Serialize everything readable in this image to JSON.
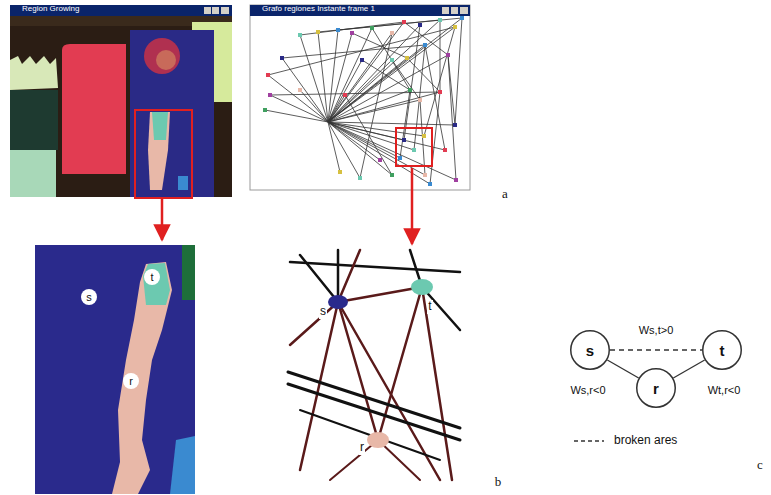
{
  "diagram": {
    "nodes": [
      {
        "text": [
          "t"
        ]
      },
      {
        "text": [
          "s"
        ]
      },
      {
        "text": [
          "r"
        ]
      },
      {
        "text": [
          "s"
        ]
      },
      {
        "text": [
          "t"
        ]
      },
      {
        "text": [
          "r"
        ]
      }
    ],
    "edges": [
      {
        "from": 3,
        "to": 4,
        "arrow": "none",
        "label": "Ws,t>0"
      },
      {
        "from": 3,
        "to": 5,
        "arrow": "none",
        "label": "Ws,r<0"
      },
      {
        "from": 4,
        "to": 5,
        "arrow": "none",
        "label": "Wt,r<0"
      }
    ],
    "labels": [
      "Region Growing",
      "Grafo regiones Instante frame 1",
      "a",
      "s",
      "t",
      "r",
      "b",
      "c"
    ],
    "legend": [
      {
        "text": "broken ares"
      }
    ]
  }
}
